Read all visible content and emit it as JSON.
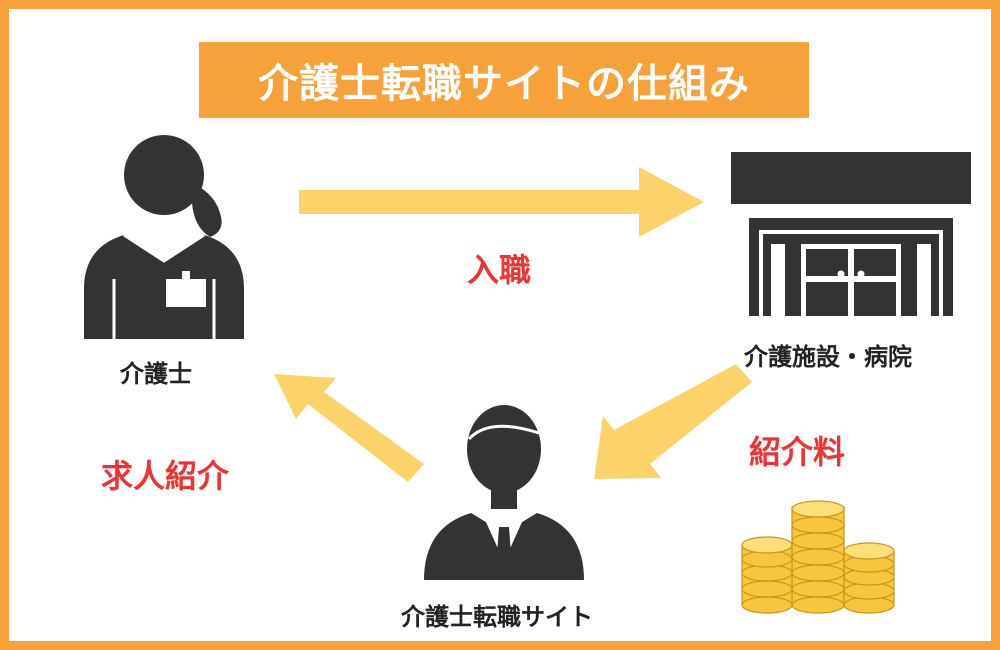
{
  "title": "介護士転職サイトの仕組み",
  "nodes": {
    "worker": {
      "label": "介護士"
    },
    "facility": {
      "label": "介護施設・病院"
    },
    "site": {
      "label": "介護士転職サイト"
    }
  },
  "flows": {
    "employment": {
      "label": "入職"
    },
    "referral_fee": {
      "label": "紹介料"
    },
    "job_introduction": {
      "label": "求人紹介"
    }
  },
  "colors": {
    "frame": "#f6a13a",
    "arrow": "#fcd36a",
    "icon": "#333333",
    "flow_label": "#ee3333",
    "coin": "#f7c63c"
  }
}
